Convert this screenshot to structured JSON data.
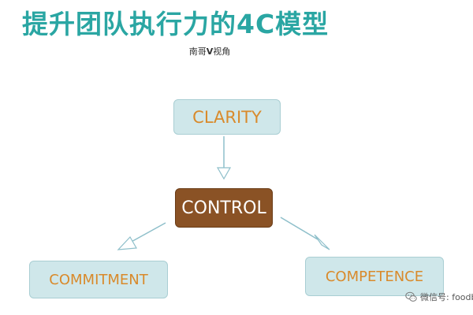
{
  "title": "提升团队执行力的4C模型",
  "subtitle": {
    "prefix": "南哥",
    "highlight": "V",
    "suffix": "视角"
  },
  "nodes": {
    "clarity": "CLARITY",
    "control": "CONTROL",
    "commitment": "COMMITMENT",
    "competence": "COMPETENCE"
  },
  "watermark": {
    "icon": "wechat-icon",
    "text": "微信号: foodbev"
  },
  "colors": {
    "title": "#2aa6a3",
    "box_light_fill": "#cfe7ea",
    "box_light_border": "#a9ced3",
    "box_dark_fill": "#8a5225",
    "box_dark_border": "#6a3c17",
    "label_orange": "#d98a2b",
    "label_white": "#ffffff",
    "arrow": "#8ebfca"
  }
}
